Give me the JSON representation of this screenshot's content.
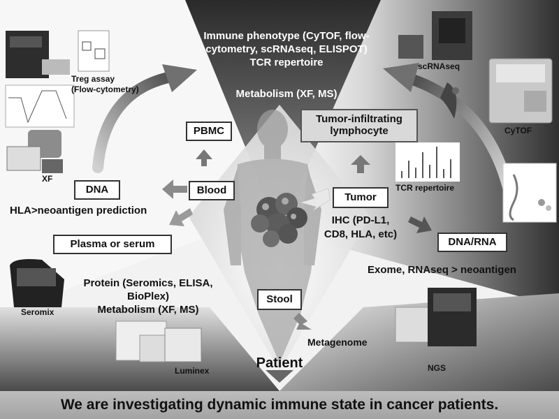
{
  "title": "We are investigating dynamic immune state in cancer patients.",
  "center_label": "Patient",
  "top_text": {
    "line1": "Immune phenotype (CyTOF, flow-",
    "line2": "cytometry, scRNAseq, ELISPOT)",
    "line3": "TCR repertoire",
    "metabolism": "Metabolism (XF, MS)"
  },
  "boxes": {
    "pbmc": "PBMC",
    "blood": "Blood",
    "dna": "DNA",
    "plasma": "Plasma or serum",
    "stool": "Stool",
    "tumor": "Tumor",
    "til_line1": "Tumor-infiltrating",
    "til_line2": "lymphocyte",
    "dnarna": "DNA/RNA"
  },
  "texts": {
    "hla": "HLA>neoantigen prediction",
    "protein_line1": "Protein (Seromics, ELISA,",
    "protein_line2": "BioPlex)",
    "protein_line3": "Metabolism (XF, MS)",
    "ihc_line1": "IHC (PD-L1,",
    "ihc_line2": "CD8, HLA, etc)",
    "exome": "Exome, RNAseq > neoantigen",
    "metagenome": "Metagenome"
  },
  "device_labels": {
    "treg": "Treg assay (Flow-cytometry)",
    "xf": "XF",
    "scrnaseq": "scRNAseq",
    "cytof": "CyTOF",
    "tcr": "TCR repertoire",
    "seromix": "Seromix",
    "luminex": "Luminex",
    "ngs": "NGS"
  }
}
